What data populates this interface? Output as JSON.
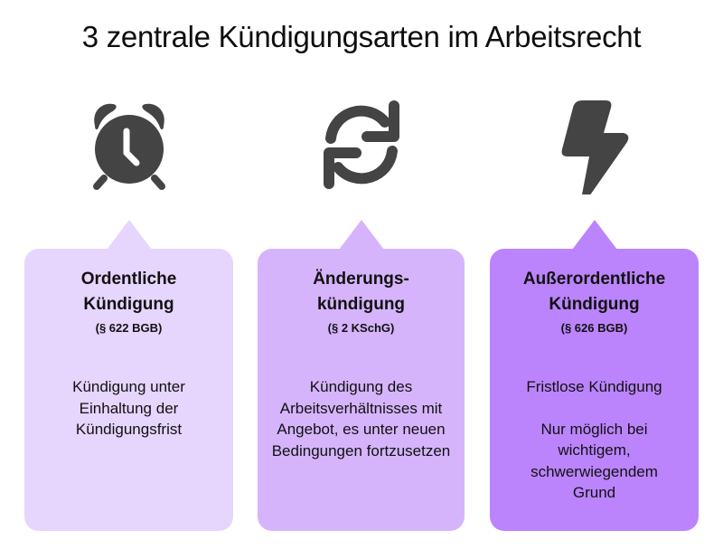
{
  "title": "3 zentrale Kündigungsarten im Arbeitsrecht",
  "icon_color": "#444444",
  "cards": [
    {
      "icon": "alarm-clock-icon",
      "color": "#e6d5fc",
      "title_line1": "Ordentliche",
      "title_line2": "Kündigung",
      "reference": "(§ 622 BGB)",
      "description": "Kündigung unter Einhaltung der Kündigungsfrist",
      "description2": ""
    },
    {
      "icon": "refresh-arrows-icon",
      "color": "#d6b4fb",
      "title_line1": "Änderungs-",
      "title_line2": "kündigung",
      "reference": "(§ 2 KSchG)",
      "description": "Kündigung des Arbeitsverhältnisses mit Angebot, es unter neuen Bedingungen fortzusetzen",
      "description2": ""
    },
    {
      "icon": "lightning-bolt-icon",
      "color": "#bb84fc",
      "title_line1": "Außerordentliche",
      "title_line2": "Kündigung",
      "reference": "(§ 626 BGB)",
      "description": "Fristlose Kündigung",
      "description2": "Nur möglich bei wichtigem, schwerwiegendem Grund"
    }
  ]
}
